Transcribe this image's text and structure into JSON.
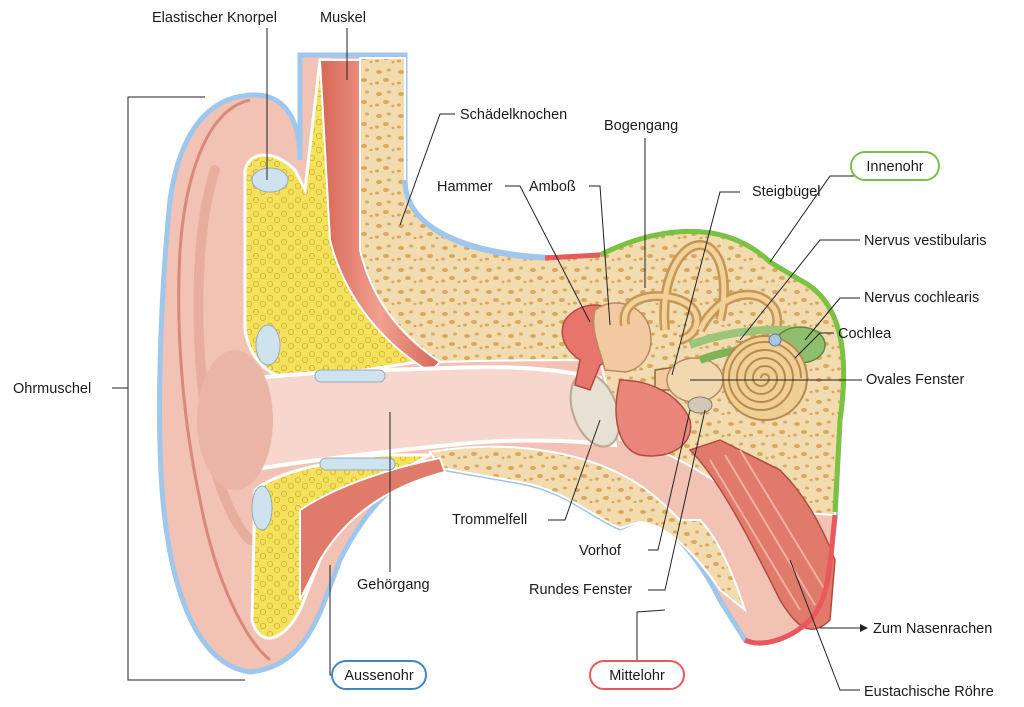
{
  "labels": {
    "elastischer_knorpel": "Elastischer Knorpel",
    "muskel": "Muskel",
    "schaedelknochen": "Schädelknochen",
    "bogengang": "Bogengang",
    "hammer": "Hammer",
    "amboss": "Amboß",
    "steigbuegel": "Steigbügel",
    "nervus_vestibularis": "Nervus vestibularis",
    "nervus_cochlearis": "Nervus cochlearis",
    "cochlea": "Cochlea",
    "ovales_fenster": "Ovales Fenster",
    "ohrmuschel": "Ohrmuschel",
    "trommelfell": "Trommelfell",
    "vorhof": "Vorhof",
    "gehoergang": "Gehörgang",
    "rundes_fenster": "Rundes Fenster",
    "zum_nasenrachen": "Zum Nasenrachen",
    "eustachische_roehre": "Eustachische Röhre"
  },
  "regions": {
    "innenohr": {
      "label": "Innenohr",
      "color": "#7cc242"
    },
    "mittelohr": {
      "label": "Mittelohr",
      "color": "#e8585c"
    },
    "aussenohr": {
      "label": "Aussenohr",
      "color": "#3f86c6"
    }
  },
  "colors": {
    "skin": "#f2c3b4",
    "skin_dark": "#d9897a",
    "cartilage": "#f3e05c",
    "bone": "#f3dbb0",
    "muscle": "#d96a5c",
    "canal": "#f5d3ca"
  }
}
